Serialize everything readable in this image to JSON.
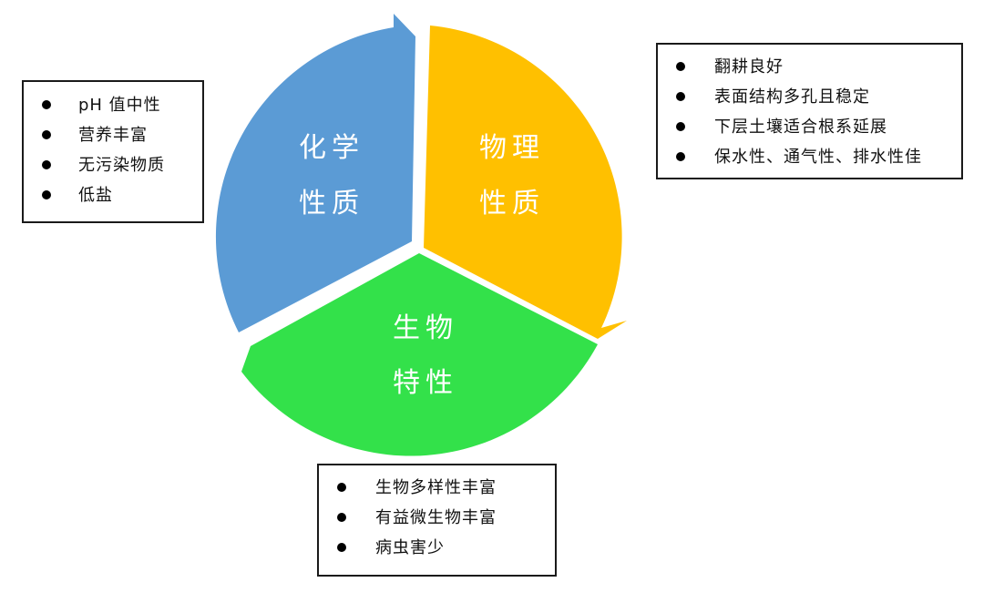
{
  "segments": {
    "chemical": {
      "line1": "化学",
      "line2": "性质",
      "color": "#5B9BD5"
    },
    "physical": {
      "line1": "物理",
      "line2": "性质",
      "color": "#FFC000"
    },
    "biological": {
      "line1": "生物",
      "line2": "特性",
      "color": "#33E14A"
    }
  },
  "boxes": {
    "chemical": {
      "items": [
        "pH 值中性",
        "营养丰富",
        "无污染物质",
        "低盐"
      ]
    },
    "physical": {
      "items": [
        "翻耕良好",
        "表面结构多孔且稳定",
        "下层土壤适合根系延展",
        "保水性、通气性、排水性佳"
      ]
    },
    "biological": {
      "items": [
        "生物多样性丰富",
        "有益微生物丰富",
        "病虫害少"
      ]
    }
  }
}
